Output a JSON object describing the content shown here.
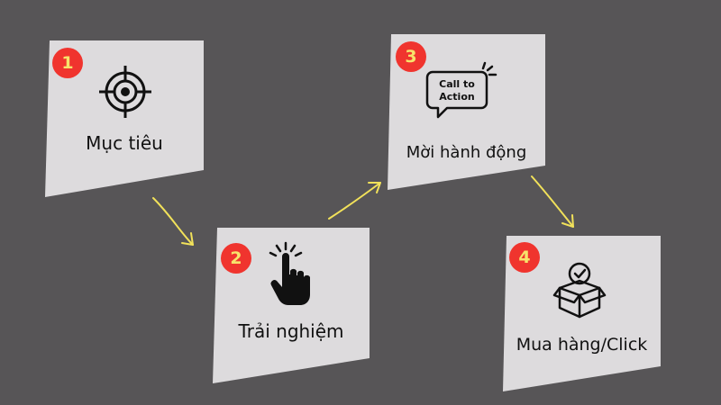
{
  "steps": [
    {
      "number": "1",
      "label": "Mục tiêu",
      "icon": "target-icon"
    },
    {
      "number": "2",
      "label": "Trải nghiệm",
      "icon": "pointer-hand-icon"
    },
    {
      "number": "3",
      "label": "Mời hành động",
      "icon": "call-to-action-bubble-icon",
      "icon_text": [
        "Call to",
        "Action"
      ]
    },
    {
      "number": "4",
      "label": "Mua hàng/Click",
      "icon": "box-check-icon"
    }
  ],
  "arrows": [
    {
      "from": "1",
      "to": "2"
    },
    {
      "from": "2",
      "to": "3"
    },
    {
      "from": "3",
      "to": "4"
    }
  ],
  "colors": {
    "background": "#575557",
    "card": "#dddbdd",
    "badge": "#f0342e",
    "badge_text": "#f7e36b",
    "arrow": "#f1e15a"
  }
}
